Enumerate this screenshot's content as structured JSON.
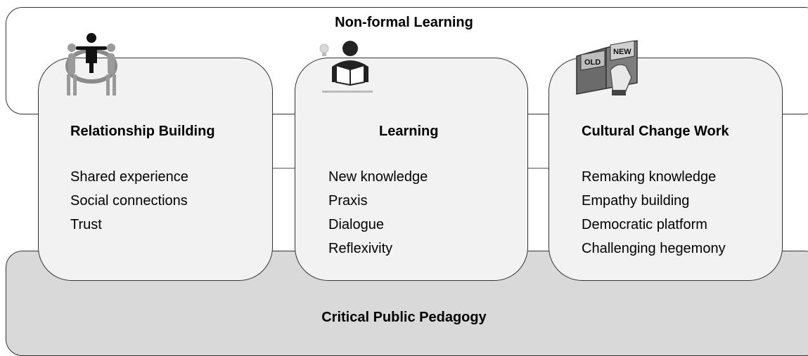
{
  "bands": {
    "top_title": "Non-formal Learning",
    "bottom_title": "Critical Public Pedagogy"
  },
  "cards": [
    {
      "title": "Relationship Building",
      "items": [
        "Shared experience",
        "Social connections",
        "Trust"
      ],
      "icon": "people-circle-icon"
    },
    {
      "title": "Learning",
      "items": [
        "New knowledge",
        "Praxis",
        "Dialogue",
        "Reflexivity"
      ],
      "icon": "person-reading-icon"
    },
    {
      "title": "Cultural Change Work",
      "items": [
        "Remaking knowledge",
        "Empathy building",
        "Democratic platform",
        "Challenging hegemony"
      ],
      "icon": "old-new-book-icon",
      "icon_labels": [
        "OLD",
        "NEW"
      ]
    }
  ]
}
